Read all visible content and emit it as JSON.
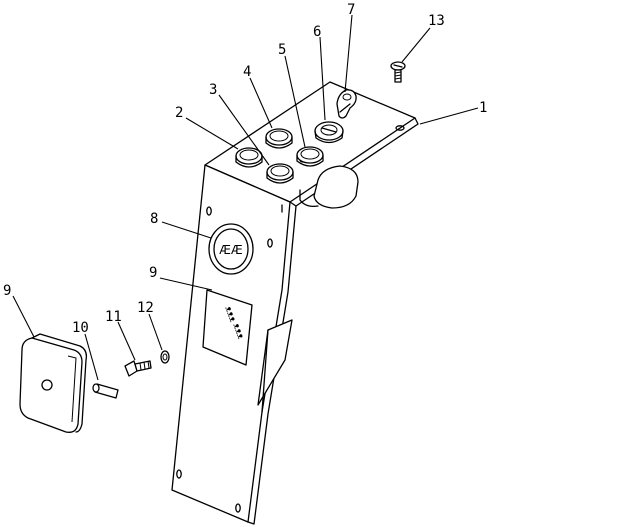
{
  "callouts": [
    {
      "id": "1",
      "text": "1"
    },
    {
      "id": "2",
      "text": "2"
    },
    {
      "id": "3",
      "text": "3"
    },
    {
      "id": "4",
      "text": "4"
    },
    {
      "id": "5",
      "text": "5"
    },
    {
      "id": "6",
      "text": "6"
    },
    {
      "id": "7",
      "text": "7"
    },
    {
      "id": "8",
      "text": "8"
    },
    {
      "id": "9a",
      "text": "9"
    },
    {
      "id": "9b",
      "text": "9"
    },
    {
      "id": "10",
      "text": "10"
    },
    {
      "id": "11",
      "text": "11"
    },
    {
      "id": "12",
      "text": "12"
    },
    {
      "id": "13",
      "text": "13"
    }
  ],
  "gauge_text": "ÆÆ",
  "plate_text": [
    "ᴥᴥᴥ",
    "ᴥᴥᴥ"
  ]
}
